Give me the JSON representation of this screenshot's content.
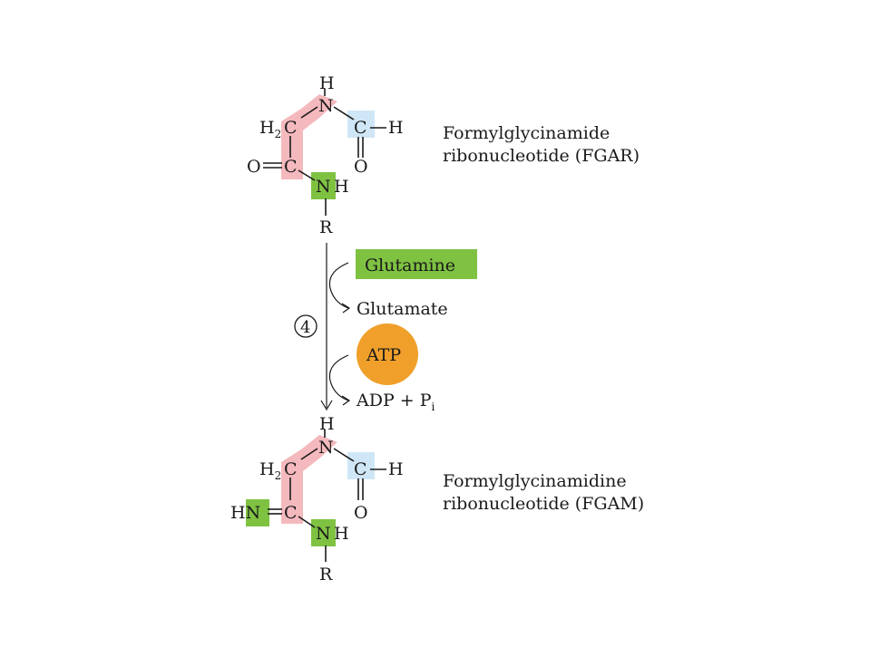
{
  "fgar": {
    "name_line1": "Formylglycinamide",
    "name_line2": "ribonucleotide (FGAR)",
    "atoms": {
      "H_top": "H",
      "N_ring": "N",
      "H2": "H",
      "H2_sub": "2",
      "C_alpha": "C",
      "C_formyl": "C",
      "H_formyl": "H",
      "O_carbonyl": "O",
      "C_amide": "C",
      "O_formyl": "O",
      "N_amide": "N",
      "H_amide": "H",
      "R": "R"
    }
  },
  "step": {
    "number": "4",
    "substrate_in": "Glutamine",
    "product_out": "Glutamate",
    "atp": "ATP",
    "adp_label": "ADP + P",
    "pi_sub": "i"
  },
  "fgam": {
    "name_line1": "Formylglycinamidine",
    "name_line2": "ribonucleotide (FGAM)",
    "atoms": {
      "H_top": "H",
      "N_ring": "N",
      "H2": "H",
      "H2_sub": "2",
      "C_alpha": "C",
      "C_formyl": "C",
      "H_formyl": "H",
      "HN": "HN",
      "C_amidine": "C",
      "O_formyl": "O",
      "N_amide": "N",
      "H_amide": "H",
      "R": "R"
    }
  },
  "colors": {
    "pink_highlight": "#f4b9bd",
    "blue_highlight": "#cfe6f6",
    "green_highlight": "#7fc242",
    "atp_orange": "#f0a02a"
  }
}
